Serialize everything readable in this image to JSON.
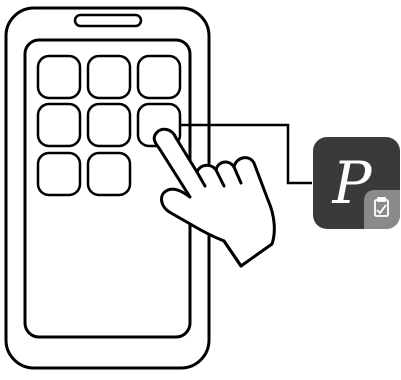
{
  "phone": {
    "outline_color": "#000000",
    "screen_fill": "#ffffff",
    "app_tile_count": 8,
    "highlighted_tile_index": 5
  },
  "app_icon": {
    "name": "p-app-icon",
    "letter": "P",
    "background_color": "#3a3a3a",
    "letter_color": "#ffffff",
    "badge_color": "#8a8a8a",
    "badge_icon": "clipboard-check-icon"
  },
  "hand": {
    "icon": "pointing-hand-icon",
    "fill": "#ffffff",
    "stroke": "#000000"
  },
  "connector": {
    "color": "#000000"
  }
}
